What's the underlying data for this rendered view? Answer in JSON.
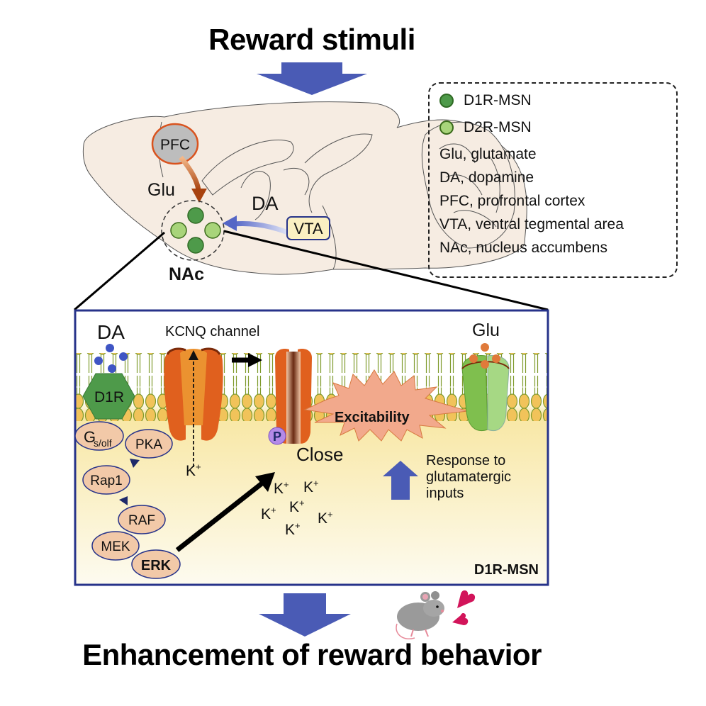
{
  "title": "Reward stimuli",
  "conclusion": "Enhancement of reward behavior",
  "colors": {
    "arrow_blue": "#4a5bb5",
    "panel_border": "#27338a",
    "d1r_msn": "#4e9a4a",
    "d2r_msn": "#a8d47a",
    "brain_fill": "#f6ece2",
    "pfc_border": "#d9531e",
    "vta_fill": "#fbf0c2",
    "kcnq_orange": "#e0601e",
    "phospho_purple": "#b48ae8",
    "heart_pink": "#d2145a"
  },
  "brain": {
    "pfc_label": "PFC",
    "glu_label": "Glu",
    "da_label": "DA",
    "vta_label": "VTA",
    "nac_label": "NAc"
  },
  "legend": {
    "cell_types": [
      {
        "label": "D1R-MSN",
        "color": "#4e9a4a"
      },
      {
        "label": "D2R-MSN",
        "color": "#a8d47a"
      }
    ],
    "abbreviations": [
      "Glu, glutamate",
      "DA, dopamine",
      "PFC, profrontal cortex",
      "VTA, ventral tegmental area",
      "NAc, nucleus accumbens"
    ]
  },
  "panel": {
    "da_label": "DA",
    "d1r_label": "D1R",
    "kcnq_label": "KCNQ channel",
    "glu_label": "Glu",
    "gs_label": "G",
    "gs_sub": "s/olf",
    "pka_label": "PKA",
    "rap1_label": "Rap1",
    "raf_label": "RAF",
    "mek_label": "MEK",
    "erk_label": "ERK",
    "k_ion_label": "K",
    "k_ion_sup": "+",
    "phospho_label": "P",
    "close_label": "Close",
    "excitability_label": "Excitability",
    "response_lines": [
      "Response to",
      "glutamatergic",
      "inputs"
    ],
    "cell_label": "D1R-MSN"
  }
}
